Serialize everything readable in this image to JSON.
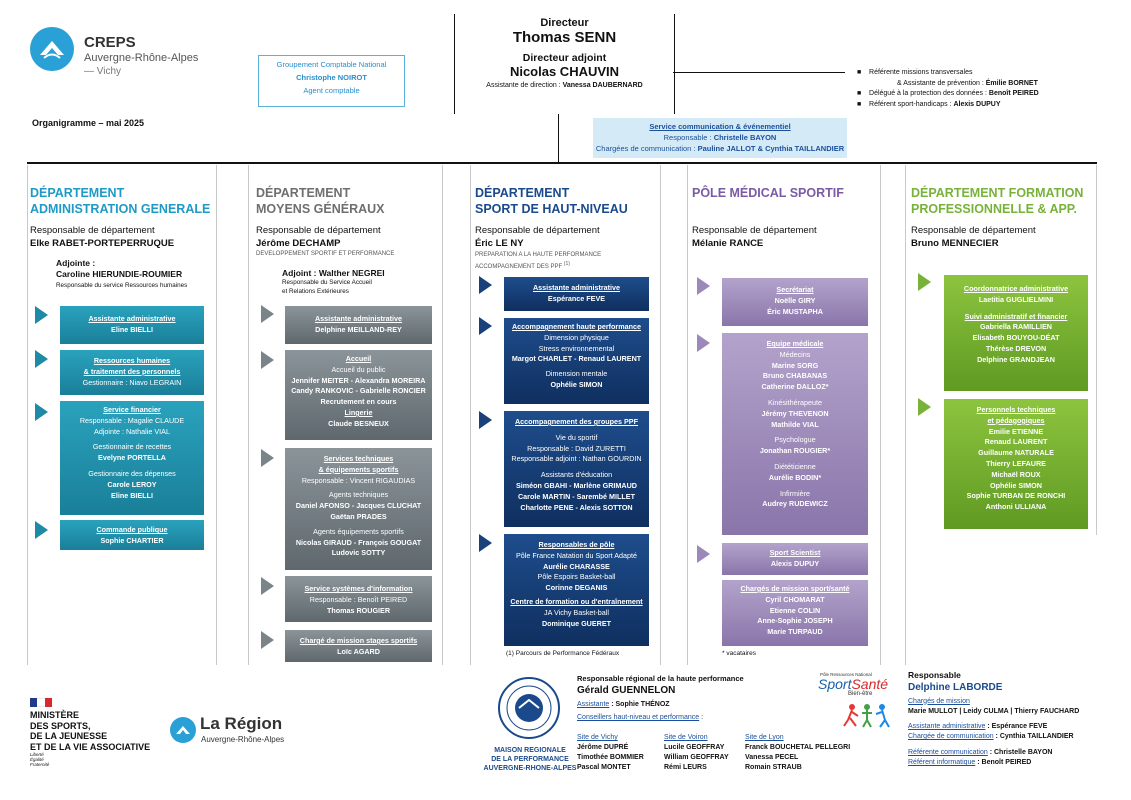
{
  "header": {
    "creps_name": "CREPS",
    "creps_region": "Auvergne-Rhône-Alpes",
    "creps_city": "— Vichy",
    "org_title": "Organigramme – mai 2025",
    "gcn": {
      "line1": "Groupement Comptable National",
      "line2": "Christophe NOIROT",
      "line3": "Agent comptable"
    },
    "director": {
      "label": "Directeur",
      "name": "Thomas SENN",
      "deputy_label": "Directeur adjoint",
      "deputy_name": "Nicolas CHAUVIN",
      "assistant_prefix": "Assistante de direction : ",
      "assistant_name": "Vanessa DAUBERNARD"
    },
    "referents": [
      {
        "prefix": "Référente missions transversales",
        "name": ""
      },
      {
        "prefix": "& Assistante de prévention : ",
        "name": "Émilie BORNET"
      },
      {
        "prefix": "Délégué à la protection des données : ",
        "name": "Benoît PEIRED"
      },
      {
        "prefix": "Référent sport-handicaps : ",
        "name": "Alexis DUPUY"
      }
    ],
    "communication": {
      "title": "Service communication & événementiel",
      "resp_prefix": "Responsable : ",
      "resp_name": "Christelle BAYON",
      "charges_prefix": "Chargées de communication : ",
      "charges_names": "Pauline JALLOT & Cynthia TAILLANDIER"
    }
  },
  "departments": {
    "admin": {
      "title1": "DÉPARTEMENT",
      "title2": "ADMINISTRATION GENERALE",
      "resp_label": "Responsable de département",
      "resp_name": "Elke RABET-PORTEPERRUQUE",
      "deputy_label": "Adjointe :",
      "deputy_name": "Caroline HIERUNDIE-ROUMIER",
      "deputy_role": "Responsable du service Ressources humaines",
      "boxes": {
        "b1": {
          "t": "Assistante administrative",
          "n": "Eline BIELLI"
        },
        "b2": {
          "t1": "Ressources humaines",
          "t2": "& traitement des personnels",
          "l": "Gestionnaire : Niavo LEGRAIN"
        },
        "b3": {
          "t": "Service financier",
          "l1": "Responsable : Magalie CLAUDE",
          "l2": "Adjointe : Nathalie VIAL",
          "l3": "Gestionnaire de recettes",
          "l4": "Evelyne PORTELLA",
          "l5": "Gestionnaire des dépenses",
          "l6": "Carole LEROY",
          "l7": "Eline BIELLI"
        },
        "b4": {
          "t": "Commande publique",
          "n": "Sophie CHARTIER"
        }
      }
    },
    "moyens": {
      "title1": "DÉPARTEMENT",
      "title2": "MOYENS GÉNÉRAUX",
      "resp_label": "Responsable de département",
      "resp_name": "Jérôme DECHAMP",
      "resp_role": "DEVELOPPEMENT SPORTIF ET PERFORMANCE",
      "deputy_label": "Adjoint : ",
      "deputy_name": "Walther NEGREI",
      "deputy_role1": "Responsable du Service Accueil",
      "deputy_role2": "et Relations Extérieures",
      "boxes": {
        "b1": {
          "t": "Assistante administrative",
          "n": "Delphine MEILLAND-REY"
        },
        "b2": {
          "t": "Accueil",
          "l1": "Accueil du public",
          "l2": "Jennifer MEITER - Alexandra MOREIRA",
          "l3": "Candy RANKOVIC - Gabrielle RONCIER",
          "l4": "Recrutement en cours",
          "t2": "Lingerie",
          "l5": "Claude BESNEUX"
        },
        "b3": {
          "t1": "Services techniques",
          "t2": "& équipements sportifs",
          "l1": "Responsable : Vincent RIGAUDIAS",
          "l2": "Agents techniques",
          "l3": "Daniel AFONSO - Jacques CLUCHAT",
          "l4": "Gaëtan PRADES",
          "l5": "Agents équipements sportifs",
          "l6": "Nicolas GIRAUD - François GOUGAT",
          "l7": "Ludovic SOTTY"
        },
        "b4": {
          "t": "Service systèmes d'information",
          "l1": "Responsable : Benoît PEIRED",
          "l2": "Thomas ROUGIER"
        },
        "b5": {
          "t": "Chargé de mission stages sportifs",
          "n": "Loïc AGARD"
        }
      }
    },
    "sport": {
      "title1": "DÉPARTEMENT",
      "title2": "SPORT DE HAUT-NIVEAU",
      "resp_label": "Responsable de département",
      "resp_name": "Éric LE NY",
      "resp_role1": "PREPARATION A LA HAUTE PERFORMANCE",
      "resp_role2": "ACCOMPAGNEMENT DES PPF",
      "resp_sup": "(1)",
      "boxes": {
        "b1": {
          "t": "Assistante administrative",
          "n": "Espérance FEVE"
        },
        "b2": {
          "t": "Accompagnement haute performance",
          "l1": "Dimension physique",
          "l2": "Stress environnemental",
          "l3": "Margot CHARLET - Renaud LAURENT",
          "l4": "Dimension mentale",
          "l5": "Ophélie SIMON"
        },
        "b3": {
          "t": "Accompagnement des groupes PPF",
          "l1": "Vie du sportif",
          "l2": "Responsable : David ZURETTI",
          "l3": "Responsable adjoint : Nathan GOURDIN",
          "l4": "Assistants d'éducation",
          "l5": "Siméon GBAHI - Marlène GRIMAUD",
          "l6": "Carole MARTIN - Sarembé MILLET",
          "l7": "Charlotte PENE - Alexis SOTTON"
        },
        "b4": {
          "t": "Responsables de pôle",
          "l1": "Pôle France Natation du Sport Adapté",
          "l2": "Aurélie CHARASSE",
          "l3": "Pôle Espoirs Basket-ball",
          "l4": "Corinne DEGANIS",
          "t2": "Centre de formation ou d'entraînement",
          "l5": "JA Vichy Basket-ball",
          "l6": "Dominique GUERET"
        }
      },
      "footnote": "(1) Parcours de Performance Fédéraux"
    },
    "medical": {
      "title1": "PÔLE MÉDICAL SPORTIF",
      "resp_label": "Responsable de département",
      "resp_name": "Mélanie RANCE",
      "boxes": {
        "b1": {
          "t": "Secrétariat",
          "l1": "Noëlle GIRY",
          "l2": "Éric MUSTAPHA"
        },
        "b2": {
          "t": "Equipe médicale",
          "l1": "Médecins",
          "l2": "Marine SORG",
          "l3": "Bruno CHABANAS",
          "l4": "Catherine DALLOZ*",
          "l5": "Kinésithérapeute",
          "l6": "Jérémy THEVENON",
          "l7": "Mathilde VIAL",
          "l8": "Psychologue",
          "l9": "Jonathan ROUGIER*",
          "l10": "Diététicienne",
          "l11": "Aurélie BODIN*",
          "l12": "Infirmière",
          "l13": "Audrey RUDEWICZ"
        },
        "b3": {
          "t": "Sport Scientist",
          "n": "Alexis DUPUY"
        },
        "b4": {
          "t": "Chargés de mission sport/santé",
          "l1": "Cyril CHOMARAT",
          "l2": "Etienne COLIN",
          "l3": "Anne-Sophie JOSEPH",
          "l4": "Marie TURPAUD"
        }
      },
      "footnote": "* vacataires"
    },
    "formation": {
      "title1": "DÉPARTEMENT FORMATION",
      "title2": "PROFESSIONNELLE & APP.",
      "resp_label": "Responsable de département",
      "resp_name": "Bruno MENNECIER",
      "boxes": {
        "b1": {
          "t": "Coordonnatrice administrative",
          "n": "Laetitia GUGLIELMINI",
          "t2": "Suivi administratif et financier",
          "l1": "Gabriella RAMILLIEN",
          "l2": "Elisabeth BOUYOU-DÉAT",
          "l3": "Thérèse DREVON",
          "l4": "Delphine GRANDJEAN"
        },
        "b2": {
          "t1": "Personnels techniques",
          "t2": "et pédagogiques",
          "l1": "Emilie ETIENNE",
          "l2": "Renaud LAURENT",
          "l3": "Guillaume NATURALE",
          "l4": "Thierry LEFAURE",
          "l5": "Michaël ROUX",
          "l6": "Ophélie SIMON",
          "l7": "Sophie TURBAN DE RONCHI",
          "l8": "Anthoni ULLIANA"
        }
      }
    }
  },
  "footer": {
    "ministry": {
      "l1": "MINISTÈRE",
      "l2": "DES SPORTS,",
      "l3": "DE LA JEUNESSE",
      "l4": "ET DE LA VIE ASSOCIATIVE",
      "motto1": "Liberté",
      "motto2": "Égalité",
      "motto3": "Fraternité"
    },
    "region": {
      "name": "La Région",
      "sub": "Auvergne-Rhône-Alpes"
    },
    "maison": {
      "l1": "MAISON REGIONALE",
      "l2": "DE LA PERFORMANCE",
      "l3": "AUVERGNE-RHONE-ALPES",
      "seal": "MAISON RÉGIONALE DE LA PERFORMANCE"
    },
    "hp": {
      "title": "Responsable régional de la haute performance",
      "name": "Gérald GUENNELON",
      "assist_label": "Assistante",
      "assist_name": " : Sophie THÉNOZ",
      "conseillers": "Conseillers haut-niveau et performance",
      "sites": [
        {
          "label": "Site de Vichy",
          "names": [
            "Jérôme DUPRÉ",
            "Timothée BOMMIER",
            "Pascal MONTET"
          ]
        },
        {
          "label": "Site de Voiron",
          "names": [
            "Lucile GEOFFRAY",
            "William GEOFFRAY",
            "Rémi LEURS"
          ]
        },
        {
          "label": "Site de Lyon",
          "names": [
            "Franck BOUCHETAL PELLEGRI",
            "Vanessa PECEL",
            "Romain STRAUB"
          ]
        }
      ]
    },
    "sportsante": {
      "top": "Pôle Ressources National",
      "l1": "Sport",
      "l2": "Santé",
      "l3": "Bien-être"
    },
    "laborde": {
      "title": "Responsable",
      "name": "Delphine LABORDE",
      "c1_label": "Chargés de mission",
      "c1_names": "Marie MULLOT | Leidy CULMA | Thierry FAUCHARD",
      "c2_label": "Assistante administrative",
      "c2_name": " : Espérance FEVE",
      "c3_label": "Chargée de communication",
      "c3_name": " : Cynthia TAILLANDIER",
      "c4_label": "Référente communication",
      "c4_name": " : Christelle BAYON",
      "c5_label": "Référent informatique",
      "c5_name": " : Benoît PEIRED"
    }
  },
  "colors": {
    "admin": "#1f9ac6",
    "moyens": "#6f6f6f",
    "sport": "#1a4a8c",
    "medical": "#7a5aa6",
    "formation": "#78b23a"
  }
}
